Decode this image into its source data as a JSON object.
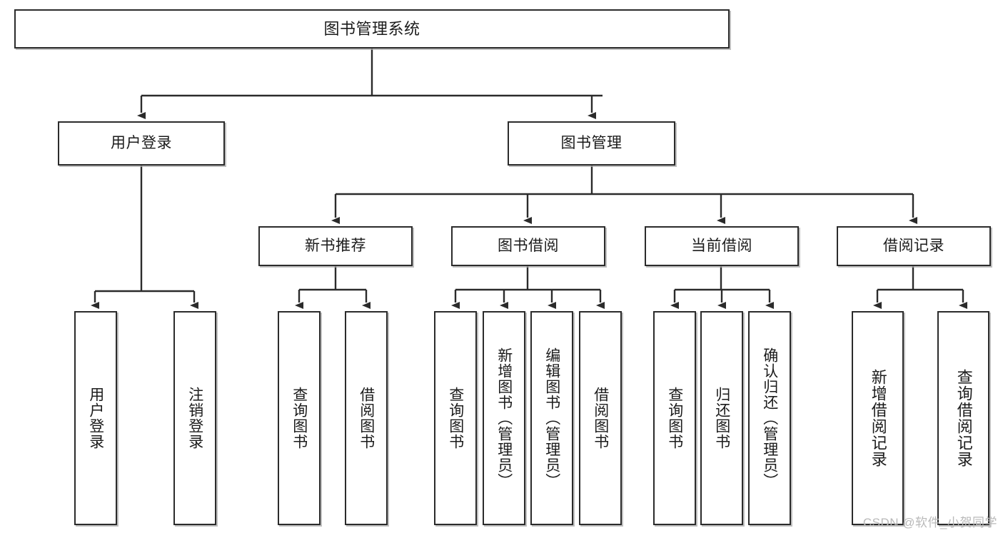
{
  "diagram": {
    "title": "图书管理系统",
    "type": "tree",
    "root": {
      "label": "图书管理系统"
    },
    "level2": [
      {
        "label": "用户登录"
      },
      {
        "label": "图书管理"
      }
    ],
    "level3": [
      {
        "label": "新书推荐"
      },
      {
        "label": "图书借阅"
      },
      {
        "label": "当前借阅"
      },
      {
        "label": "借阅记录"
      }
    ],
    "leaves_user_login": [
      {
        "label": "用户登录"
      },
      {
        "label": "注销登录"
      }
    ],
    "leaves_new_book": [
      {
        "label": "查询图书"
      },
      {
        "label": "借阅图书"
      }
    ],
    "leaves_borrow": [
      {
        "label": "查询图书"
      },
      {
        "label": "新增图书（管理员）"
      },
      {
        "label": "编辑图书（管理员）"
      },
      {
        "label": "借阅图书"
      }
    ],
    "leaves_current": [
      {
        "label": "查询图书"
      },
      {
        "label": "归还图书"
      },
      {
        "label": "确认归还（管理员）"
      }
    ],
    "leaves_record": [
      {
        "label": "新增借阅记录"
      },
      {
        "label": "查询借阅记录"
      }
    ],
    "colors": {
      "stroke": "#2b2b2b",
      "fill": "#ffffff",
      "shadow": "#aaaaaa",
      "text": "#1b1b1b",
      "watermark": "#b9b9b9"
    }
  },
  "watermark": {
    "text": "CSDN @软件_小贺同学"
  }
}
